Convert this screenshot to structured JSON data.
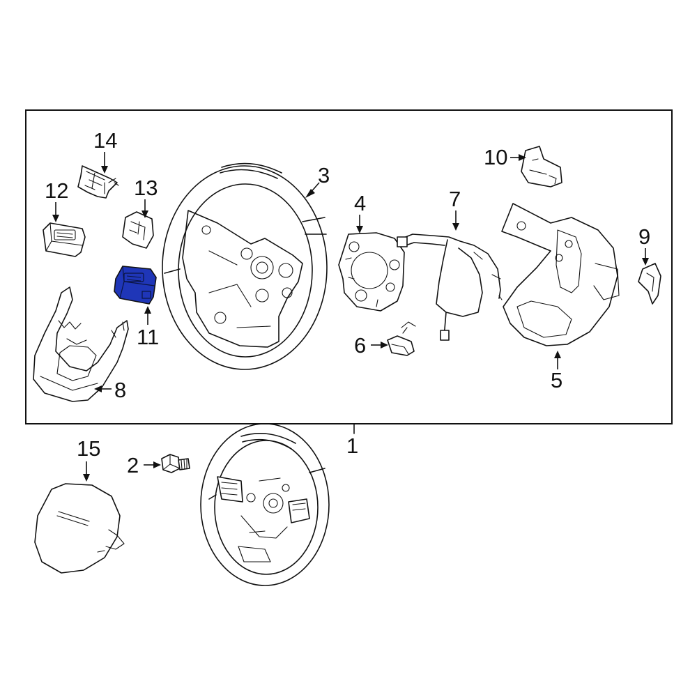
{
  "colors": {
    "line": "#111111",
    "background": "#ffffff",
    "highlight": "#1f36b8"
  },
  "highlighted_part": "11",
  "callouts": {
    "p1": "1",
    "p2": "2",
    "p3": "3",
    "p4": "4",
    "p5": "5",
    "p6": "6",
    "p7": "7",
    "p8": "8",
    "p9": "9",
    "p10": "10",
    "p11": "11",
    "p12": "12",
    "p13": "13",
    "p14": "14",
    "p15": "15"
  }
}
